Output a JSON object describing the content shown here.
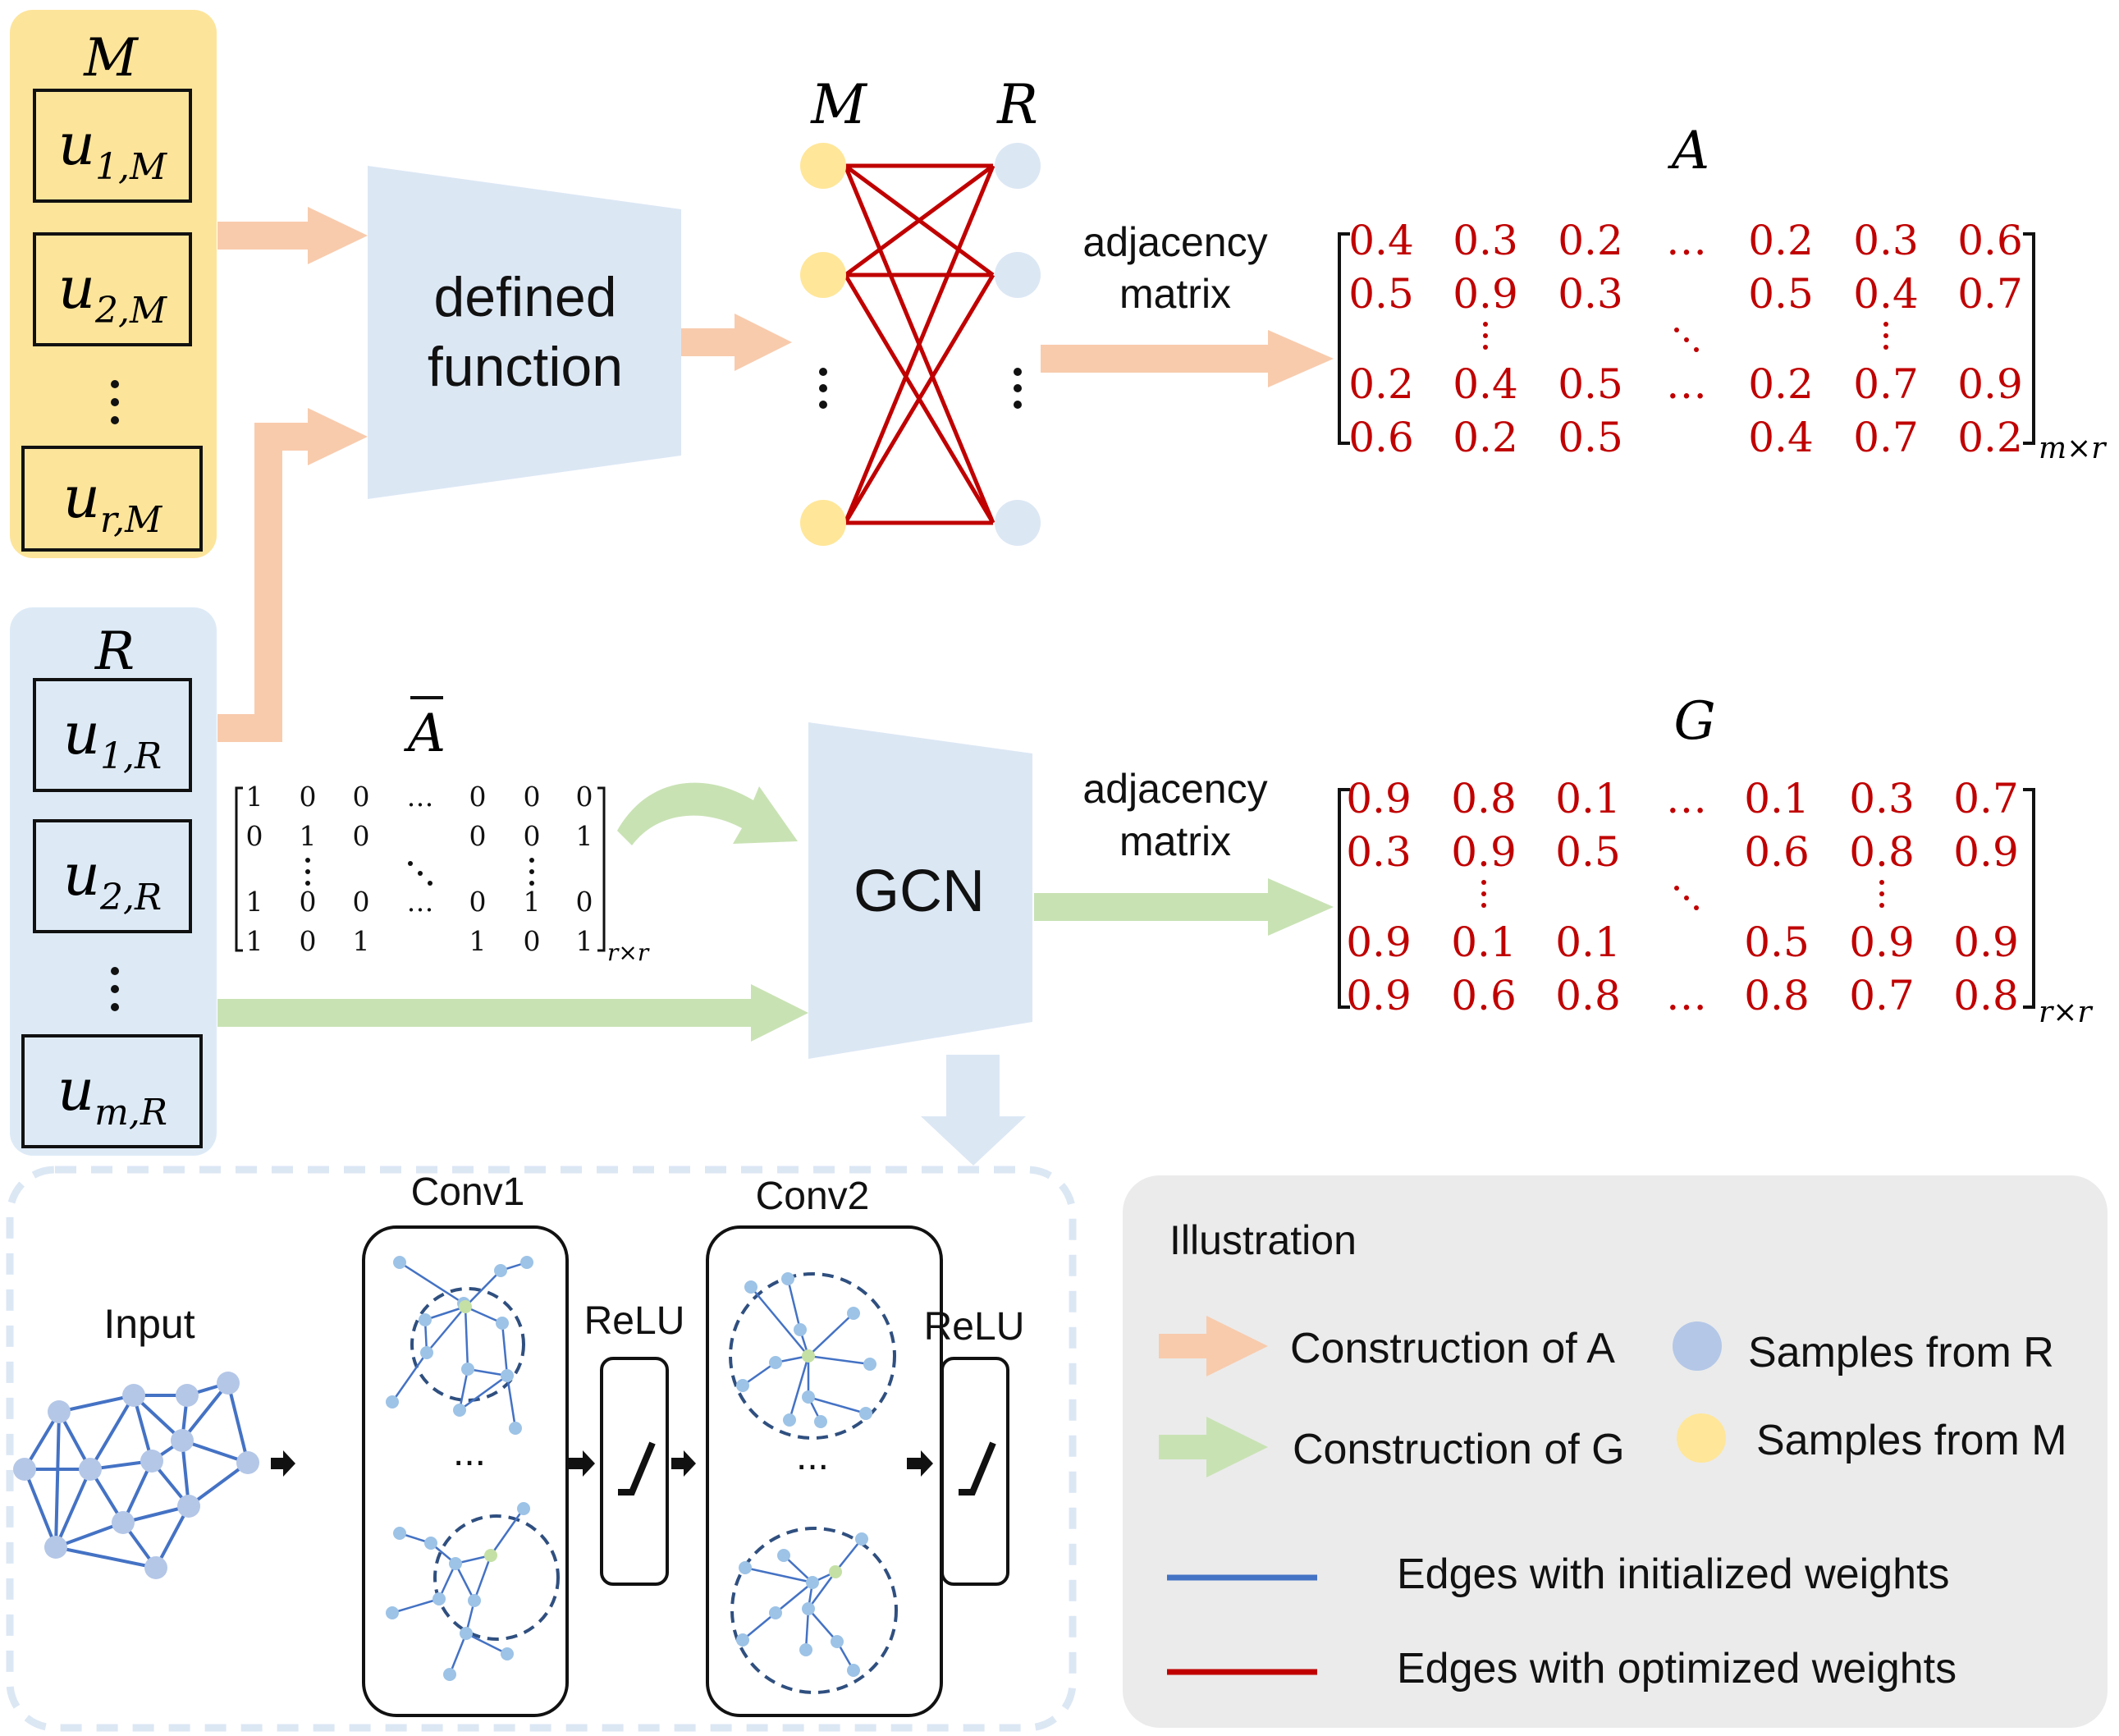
{
  "colors": {
    "yellow_panel": "#FCE49A",
    "blue_panel": "#DDEAF6",
    "block": "#DCE7F4",
    "orange_arrow": "#F8CBAD",
    "green_arrow": "#C9E2B4",
    "red_edge": "#C00000",
    "blue_edge": "#4472C4",
    "yellow_node": "#FFE699",
    "blue_node": "#B4C7E7",
    "legend_bg": "#EBEBEB"
  },
  "groups": {
    "m_label": "M",
    "m_items": [
      {
        "base": "u",
        "sub": "1,M"
      },
      {
        "base": "u",
        "sub": "2,M"
      },
      {
        "base": "u",
        "sub": "r,M"
      }
    ],
    "r_label": "R",
    "r_items": [
      {
        "base": "u",
        "sub": "1,R"
      },
      {
        "base": "u",
        "sub": "2,R"
      },
      {
        "base": "u",
        "sub": "m,R"
      }
    ]
  },
  "blocks": {
    "defined_function_line1": "defined",
    "defined_function_line2": "function",
    "gcn": "GCN"
  },
  "bipartite": {
    "left_label": "M",
    "right_label": "R"
  },
  "arrow_labels": {
    "adj_top_line1": "adjacency",
    "adj_top_line2": "matrix",
    "adj_bottom_line1": "adjacency",
    "adj_bottom_line2": "matrix"
  },
  "matrix_A": {
    "label": "A",
    "subscript": "m×r",
    "rows": [
      [
        "0.4",
        "0.3",
        "0.2",
        "…",
        "0.2",
        "0.3",
        "0.6"
      ],
      [
        "0.5",
        "0.9",
        "0.3",
        "",
        "0.5",
        "0.4",
        "0.7"
      ],
      [
        "0.2",
        "0.4",
        "0.5",
        "…",
        "0.2",
        "0.7",
        "0.9"
      ],
      [
        "0.6",
        "0.2",
        "0.5",
        "",
        "0.4",
        "0.7",
        "0.2"
      ]
    ]
  },
  "matrix_G": {
    "label": "G",
    "subscript": "r×r",
    "rows": [
      [
        "0.9",
        "0.8",
        "0.1",
        "…",
        "0.1",
        "0.3",
        "0.7"
      ],
      [
        "0.3",
        "0.9",
        "0.5",
        "",
        "0.6",
        "0.8",
        "0.9"
      ],
      [
        "0.9",
        "0.1",
        "0.1",
        "",
        "0.5",
        "0.9",
        "0.9"
      ],
      [
        "0.9",
        "0.6",
        "0.8",
        "…",
        "0.8",
        "0.7",
        "0.8"
      ]
    ]
  },
  "matrix_Abar": {
    "label": "Ā",
    "subscript": "r×r",
    "rows": [
      [
        "1",
        "0",
        "0",
        "…",
        "0",
        "0",
        "0"
      ],
      [
        "0",
        "1",
        "0",
        "",
        "0",
        "0",
        "1"
      ],
      [
        "1",
        "0",
        "0",
        "…",
        "0",
        "1",
        "0"
      ],
      [
        "1",
        "0",
        "1",
        "",
        "1",
        "0",
        "1"
      ]
    ]
  },
  "gcn_detail": {
    "input": "Input",
    "conv1": "Conv1",
    "conv2": "Conv2",
    "relu1": "ReLU",
    "relu2": "ReLU",
    "ellipsis1": "...",
    "ellipsis2": "..."
  },
  "legend": {
    "title": "Illustration",
    "construction_a": "Construction of A",
    "construction_g": "Construction of G",
    "samples_r": "Samples from R",
    "samples_m": "Samples from M",
    "edges_init": "Edges with initialized weights",
    "edges_opt": "Edges with optimized weights"
  }
}
